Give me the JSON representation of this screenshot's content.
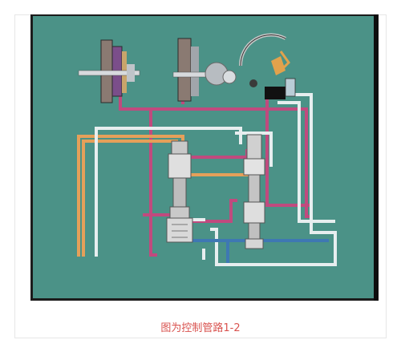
{
  "figure": {
    "caption": "图为控制管路1-2",
    "colors": {
      "background": "#4b9287",
      "frame_dark": "#1c1c1c",
      "line_pink": "#c04a7e",
      "line_orange": "#e5a05a",
      "line_white": "#e7eeef",
      "line_blue": "#3e78b3",
      "caption_red": "#d9534f"
    },
    "components": [
      "clutch-pack-left",
      "clutch-pack-right",
      "band-servo",
      "valve-body-left",
      "valve-body-right"
    ]
  }
}
